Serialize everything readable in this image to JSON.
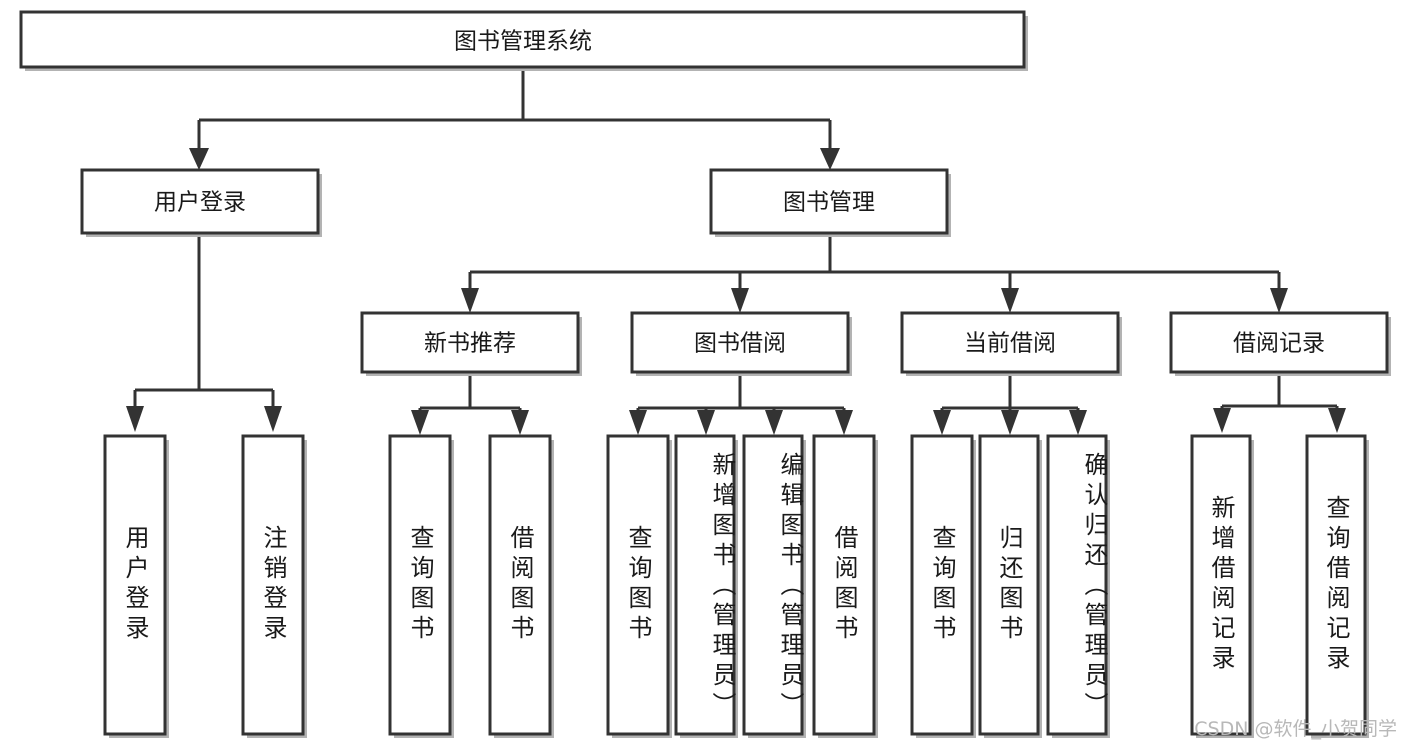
{
  "diagram": {
    "title": "图书管理系统",
    "type": "tree",
    "watermark": "CSDN @软件_小贺同学",
    "colors": {
      "stroke": "#333333",
      "fill": "#ffffff",
      "text": "#1a1a1a",
      "shadow": "#b3b3b3",
      "watermark": "#b8b8b8"
    },
    "levels": {
      "root": {
        "label": "图书管理系统"
      },
      "level2": [
        {
          "label": "用户登录"
        },
        {
          "label": "图书管理"
        }
      ],
      "level3": [
        {
          "label": "新书推荐"
        },
        {
          "label": "图书借阅"
        },
        {
          "label": "当前借阅"
        },
        {
          "label": "借阅记录"
        }
      ],
      "leaves": [
        {
          "label": "用户登录",
          "parent": "用户登录"
        },
        {
          "label": "注销登录",
          "parent": "用户登录"
        },
        {
          "label": "查询图书",
          "parent": "新书推荐"
        },
        {
          "label": "借阅图书",
          "parent": "新书推荐"
        },
        {
          "label": "查询图书",
          "parent": "图书借阅"
        },
        {
          "label": "新增图书（管理员）",
          "parent": "图书借阅"
        },
        {
          "label": "编辑图书（管理员）",
          "parent": "图书借阅"
        },
        {
          "label": "借阅图书",
          "parent": "图书借阅"
        },
        {
          "label": "查询图书",
          "parent": "当前借阅"
        },
        {
          "label": "归还图书",
          "parent": "当前借阅"
        },
        {
          "label": "确认归还（管理员）",
          "parent": "当前借阅"
        },
        {
          "label": "新增借阅记录",
          "parent": "借阅记录"
        },
        {
          "label": "查询借阅记录",
          "parent": "借阅记录"
        }
      ]
    }
  }
}
